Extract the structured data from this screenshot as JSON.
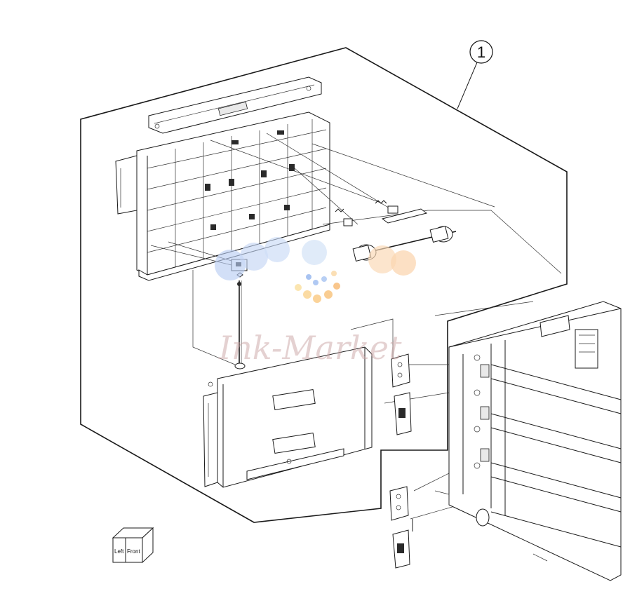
{
  "diagram": {
    "callout": {
      "number": "1"
    },
    "orientation_cube": {
      "left_label": "Left",
      "front_label": "Front"
    },
    "watermark": {
      "text": "Ink-Market"
    }
  }
}
